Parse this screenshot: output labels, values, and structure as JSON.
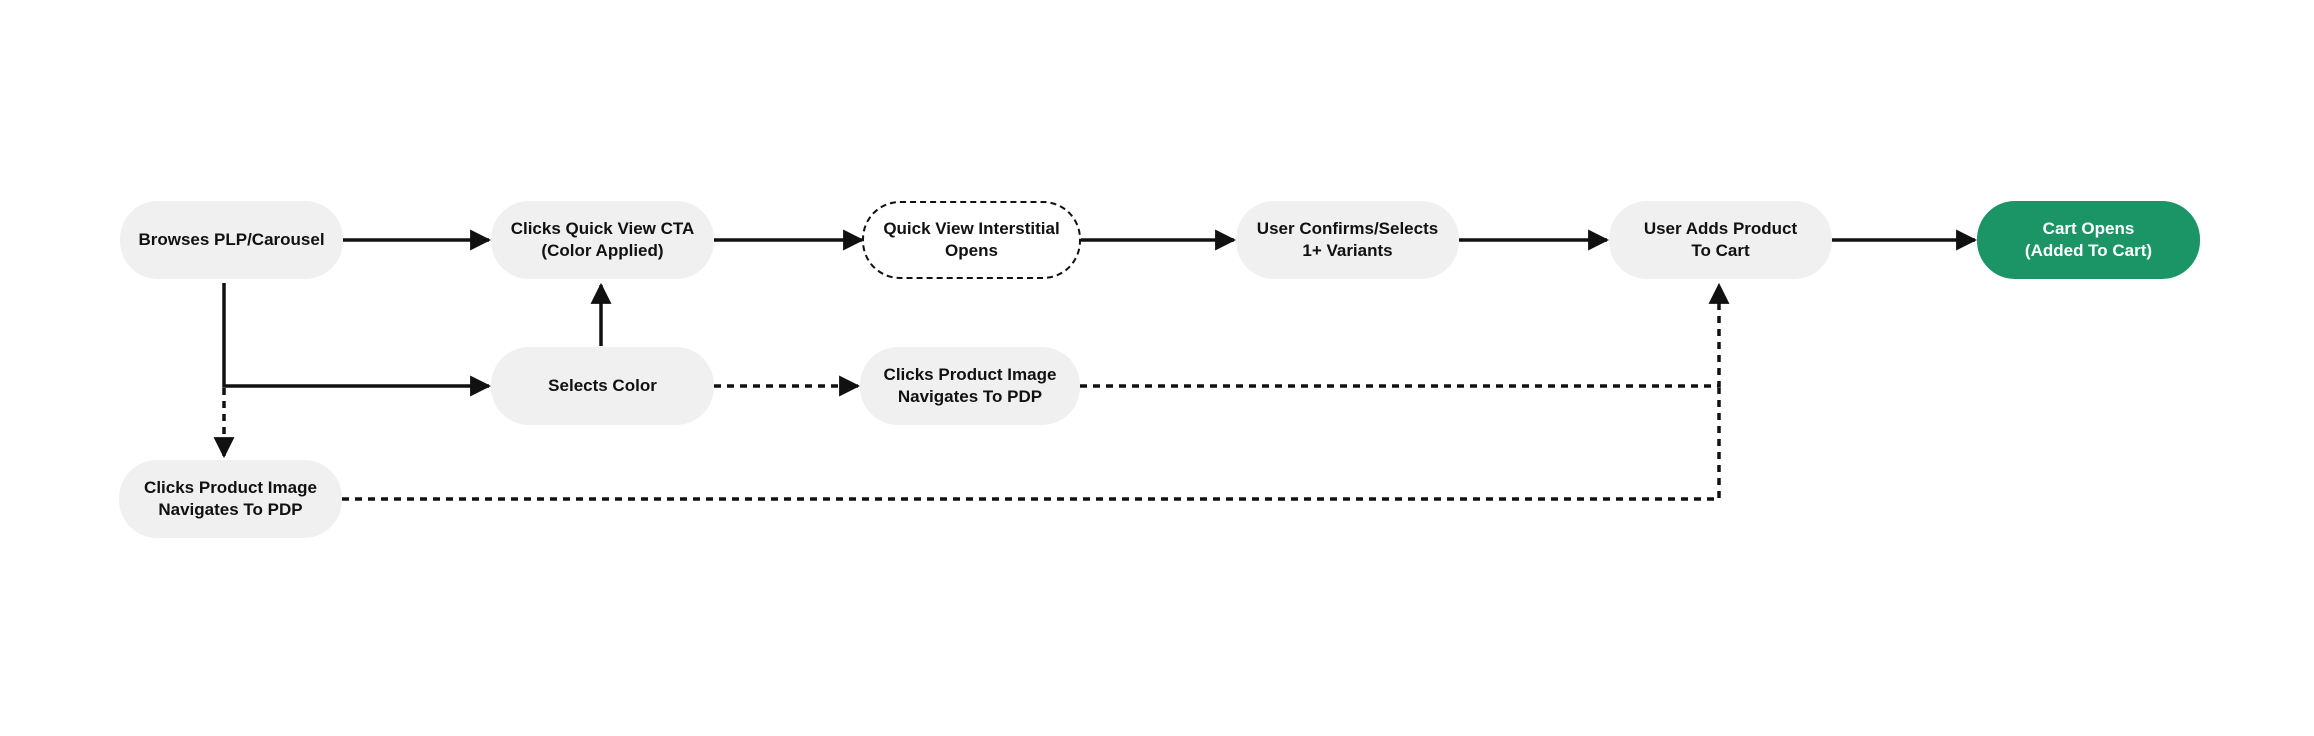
{
  "colors": {
    "node_fill": "#f0f0f0",
    "final_fill": "#1b9466",
    "final_text": "#ffffff",
    "connector": "#111111"
  },
  "nodes": {
    "browses": "Browses PLP/Carousel",
    "quick_view_cta": "Clicks Quick View CTA\n(Color Applied)",
    "quick_view_interstitial": "Quick View Interstitial\nOpens",
    "user_confirms": "User Confirms/Selects\n1+ Variants",
    "user_adds": "User Adds Product\nTo Cart",
    "cart_opens": "Cart Opens\n(Added To Cart)",
    "selects_color": "Selects Color",
    "product_image_mid": "Clicks Product Image\nNavigates To PDP",
    "product_image_bottom": "Clicks Product Image\nNavigates To PDP"
  },
  "edges": [
    {
      "from": "browses",
      "to": "quick_view_cta",
      "style": "solid"
    },
    {
      "from": "quick_view_cta",
      "to": "quick_view_interstitial",
      "style": "solid"
    },
    {
      "from": "quick_view_interstitial",
      "to": "user_confirms",
      "style": "solid"
    },
    {
      "from": "user_confirms",
      "to": "user_adds",
      "style": "solid"
    },
    {
      "from": "user_adds",
      "to": "cart_opens",
      "style": "solid"
    },
    {
      "from": "browses",
      "to": "selects_color",
      "style": "solid"
    },
    {
      "from": "selects_color",
      "to": "quick_view_cta",
      "style": "solid"
    },
    {
      "from": "browses",
      "to": "product_image_bottom",
      "style": "dashed"
    },
    {
      "from": "selects_color",
      "to": "product_image_mid",
      "style": "dashed"
    },
    {
      "from": "product_image_mid",
      "to": "user_adds",
      "style": "dashed"
    },
    {
      "from": "product_image_bottom",
      "to": "user_adds",
      "style": "dashed"
    }
  ]
}
